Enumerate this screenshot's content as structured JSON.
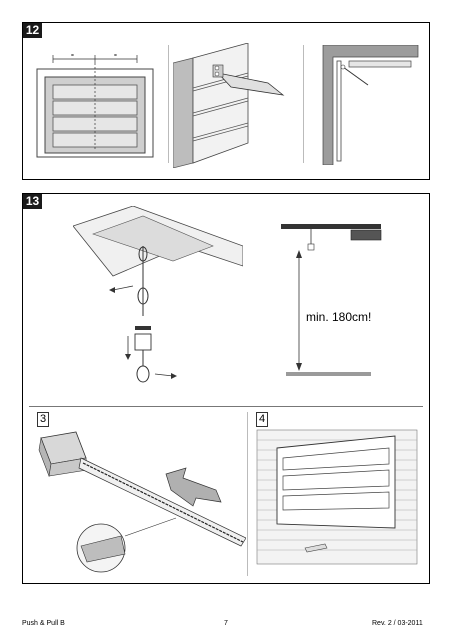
{
  "step12": {
    "number": "12"
  },
  "step13": {
    "number": "13",
    "min_height_label": "min. 180cm!",
    "sub3": "3",
    "sub4": "4"
  },
  "footer": {
    "left": "Push & Pull B",
    "center": "7",
    "right": "Rev. 2 / 03-2011"
  }
}
